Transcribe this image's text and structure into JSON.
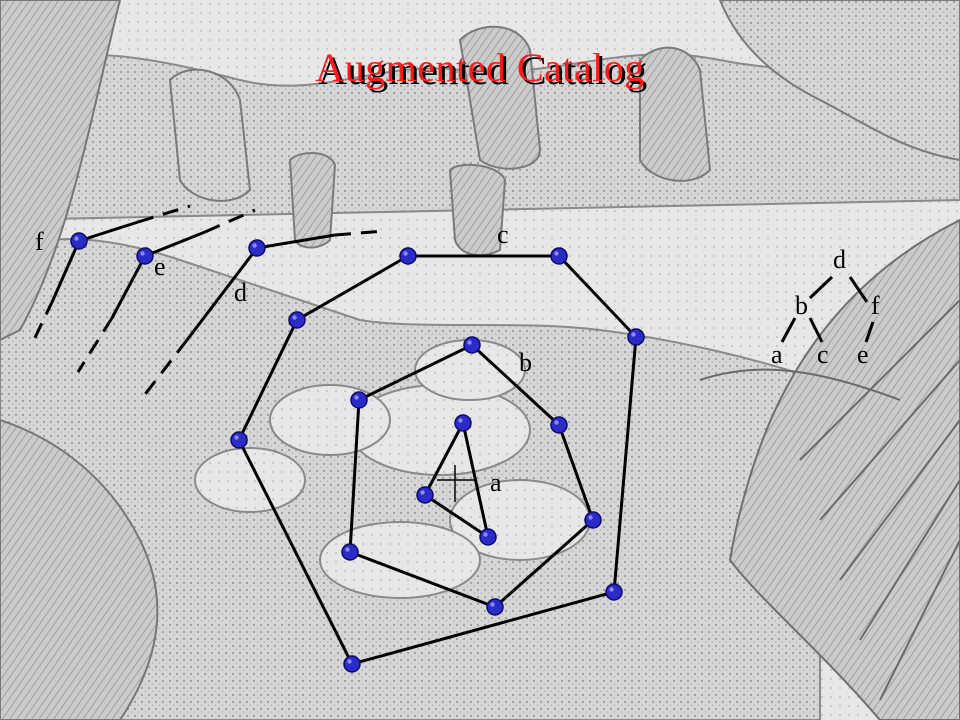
{
  "title": "Augmented Catalog",
  "colors": {
    "title_fill": "#ff1a1a",
    "title_shadow": "#000000",
    "vertex": "#2b2bc8",
    "vertex_rim": "#0b0b6a",
    "edge": "#000000",
    "sketch_stroke": "#8a8a8a",
    "sketch_fill": "#cfcfcf"
  },
  "layers": {
    "a": "a",
    "b": "b",
    "c": "c",
    "d": "d",
    "e": "e",
    "f": "f"
  },
  "tree": {
    "root": "d",
    "left": "b",
    "right": "f",
    "left_left": "a",
    "left_right": "c",
    "right_left": "e"
  }
}
